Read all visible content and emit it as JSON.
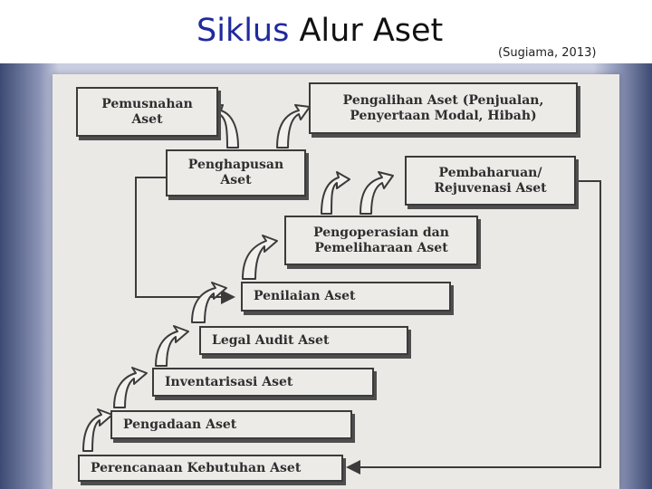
{
  "slide": {
    "title_part1": "Siklus",
    "title_part2": " Alur Aset",
    "citation": "(Sugiama, 2013)"
  },
  "diagram": {
    "boxes": {
      "pemusnahan": "Pemusnahan\nAset",
      "pengalihan": "Pengalihan Aset (Penjualan,\nPenyertaan Modal, Hibah)",
      "penghapusan": "Penghapusan\nAset",
      "pembaharuan": "Pembaharuan/\nRejuvenasi Aset",
      "pengoperasian": "Pengoperasian dan\nPemeliharaan Aset",
      "penilaian": "Penilaian Aset",
      "legal_audit": "Legal Audit Aset",
      "inventarisasi": "Inventarisasi Aset",
      "pengadaan": "Pengadaan Aset",
      "perencanaan": "Perencanaan Kebutuhan Aset"
    }
  },
  "colors": {
    "title_highlight": "#1f2a9c",
    "box_border": "#3b3b3b",
    "paper": "#ebe9e6"
  }
}
